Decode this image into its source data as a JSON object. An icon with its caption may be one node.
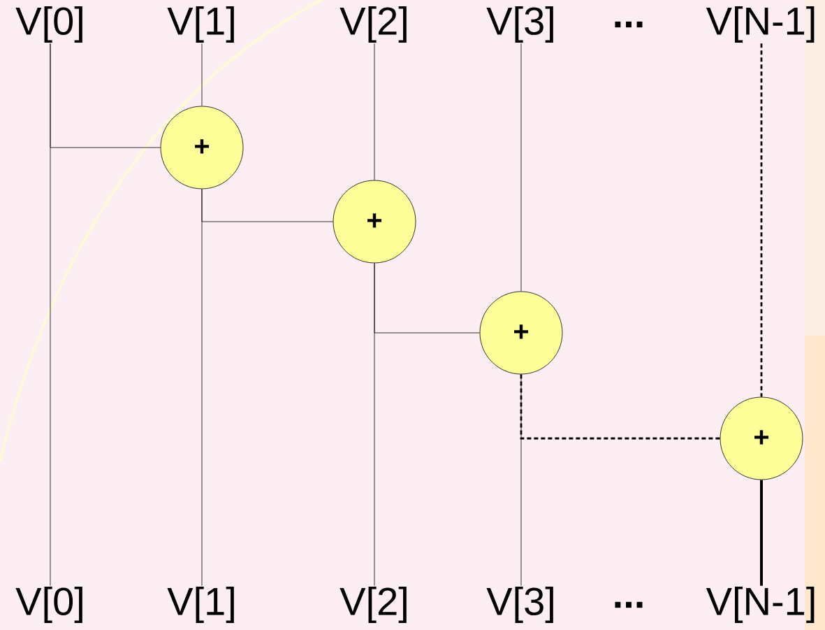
{
  "diagram": {
    "nodes": [
      {
        "text": [
          "V[0]"
        ]
      },
      {
        "text": [
          "V[1]"
        ]
      },
      {
        "text": [
          "V[2]"
        ]
      },
      {
        "text": [
          "V[3]"
        ]
      },
      {
        "text": [
          "V[N-1]"
        ]
      },
      {
        "text": [
          "+"
        ]
      },
      {
        "text": [
          "+"
        ]
      },
      {
        "text": [
          "+"
        ]
      },
      {
        "text": [
          "+"
        ]
      },
      {
        "text": [
          "V[0]"
        ]
      },
      {
        "text": [
          "V[1]"
        ]
      },
      {
        "text": [
          "V[2]"
        ]
      },
      {
        "text": [
          "V[3]"
        ]
      },
      {
        "text": [
          "V[N-1]"
        ]
      }
    ],
    "edges": [
      {
        "from": 0,
        "to": 9,
        "arrow": "none"
      },
      {
        "from": 0,
        "to": 5,
        "arrow": "none"
      },
      {
        "from": 1,
        "to": 5,
        "arrow": "none"
      },
      {
        "from": 5,
        "to": 10,
        "arrow": "none"
      },
      {
        "from": 5,
        "to": 6,
        "arrow": "none"
      },
      {
        "from": 2,
        "to": 6,
        "arrow": "none"
      },
      {
        "from": 6,
        "to": 11,
        "arrow": "none"
      },
      {
        "from": 6,
        "to": 7,
        "arrow": "none"
      },
      {
        "from": 3,
        "to": 7,
        "arrow": "none"
      },
      {
        "from": 7,
        "to": 12,
        "arrow": "none"
      },
      {
        "from": 7,
        "to": 8,
        "arrow": "none",
        "style": "dashed"
      },
      {
        "from": 4,
        "to": 8,
        "arrow": "none",
        "style": "dashed"
      },
      {
        "from": 8,
        "to": 13,
        "arrow": "none",
        "style": "thick"
      }
    ],
    "labels": [
      "...",
      "..."
    ]
  }
}
